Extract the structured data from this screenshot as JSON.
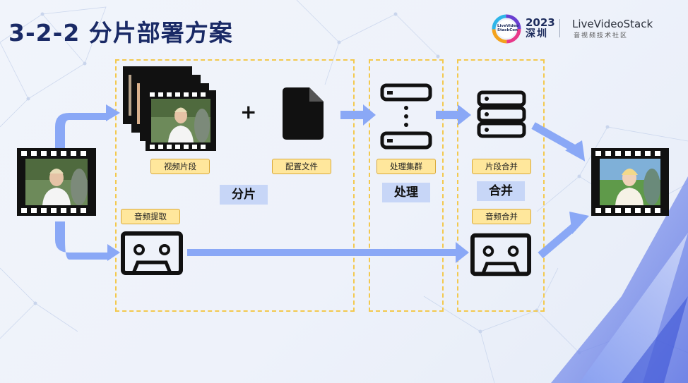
{
  "slide": {
    "title": "3-2-2 分片部署方案"
  },
  "logos": {
    "conference_year": "2023",
    "conference_city": "深圳",
    "conference_badge_text": "LiveVideo StackCon",
    "brand": "LiveVideoStack",
    "brand_subtitle": "音视频技术社区"
  },
  "labels": {
    "video_segments": "视频片段",
    "config_file": "配置文件",
    "processing_cluster": "处理集群",
    "segment_merge": "片段合并",
    "audio_extract": "音频提取",
    "audio_merge": "音频合并"
  },
  "stages": {
    "sharding": "分片",
    "processing": "处理",
    "merging": "合并"
  },
  "symbols": {
    "plus": "+"
  },
  "icons": {
    "input_video": "film-strip-icon",
    "segments": "film-stack-icon",
    "config": "document-icon",
    "cluster": "server-cluster-icon",
    "merge": "server-stack-icon",
    "audio": "cassette-icon",
    "output_video": "film-strip-icon"
  },
  "colors": {
    "arrow": "#8aa8f6",
    "dash_border": "#f3c94e",
    "tag_bg": "#ffe79c",
    "stage_bg": "#c7d6f7",
    "title": "#1a2a66"
  }
}
